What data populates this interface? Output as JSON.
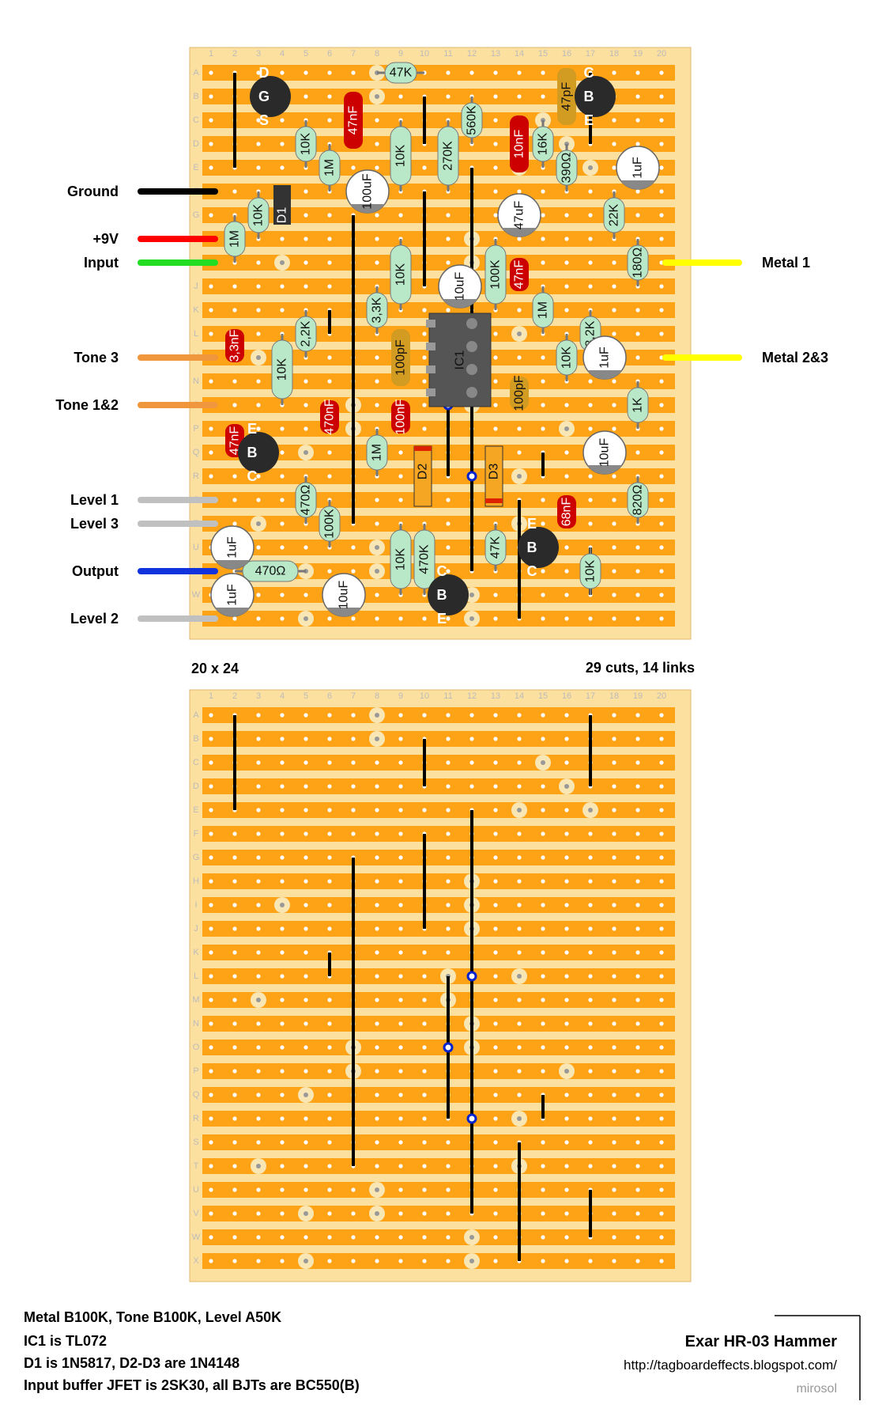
{
  "title": "Exar HR-03 Hammer",
  "url": "http://tagboardeffects.blogspot.com/",
  "signature": "mirosol",
  "board_size": "20 x 24",
  "cuts_links": "29 cuts, 14 links",
  "columns": [
    "1",
    "2",
    "3",
    "4",
    "5",
    "6",
    "7",
    "8",
    "9",
    "10",
    "11",
    "12",
    "13",
    "14",
    "15",
    "16",
    "17",
    "18",
    "19",
    "20"
  ],
  "rows": [
    "A",
    "B",
    "C",
    "D",
    "E",
    "F",
    "G",
    "H",
    "I",
    "J",
    "K",
    "L",
    "M",
    "N",
    "O",
    "P",
    "Q",
    "R",
    "S",
    "T",
    "U",
    "V",
    "W",
    "X"
  ],
  "left_wires": [
    {
      "label": "Ground",
      "color": "#000000"
    },
    {
      "label": "+9V",
      "color": "#ff0000"
    },
    {
      "label": "Input",
      "color": "#22dd22"
    },
    {
      "label": "Tone 3",
      "color": "#f0963c"
    },
    {
      "label": "Tone 1&2",
      "color": "#f0963c"
    },
    {
      "label": "Level 1",
      "color": "#c0c0c0"
    },
    {
      "label": "Level 3",
      "color": "#c0c0c0"
    },
    {
      "label": "Output",
      "color": "#1133dd"
    },
    {
      "label": "Level 2",
      "color": "#c0c0c0"
    }
  ],
  "right_wires": [
    {
      "label": "Metal 1",
      "color": "#ffff00"
    },
    {
      "label": "Metal 2&3",
      "color": "#ffff00"
    }
  ],
  "resistors": [
    "47K",
    "10K",
    "1M",
    "10K",
    "270K",
    "560K",
    "16K",
    "390Ω",
    "1M",
    "10K",
    "D1",
    "10K",
    "100K",
    "22K",
    "180Ω",
    "3,3K",
    "2,2K",
    "1M",
    "10K",
    "8,2K",
    "10K",
    "1K",
    "1M",
    "470Ω",
    "100K",
    "10K",
    "470K",
    "47K",
    "10K",
    "820Ω",
    "470Ω"
  ],
  "caps": [
    "47nF",
    "47pF",
    "10nF",
    "100uF",
    "47uF",
    "1uF",
    "10uF",
    "47nF",
    "3,3nF",
    "100pF",
    "100pF",
    "470nF",
    "100nF",
    "1uF",
    "47nF",
    "10uF",
    "68nF",
    "1uF",
    "10uF",
    "1uF"
  ],
  "ic_label": "IC1",
  "diode_labels": [
    "D2",
    "D3"
  ],
  "transistor_pins": [
    "D",
    "G",
    "S",
    "C",
    "B",
    "E",
    "E",
    "B",
    "C",
    "E",
    "B",
    "C",
    "C",
    "B",
    "E"
  ],
  "notes": [
    "Metal B100K, Tone B100K, Level A50K",
    "IC1 is TL072",
    "D1 is 1N5817, D2-D3 are 1N4148",
    "Input buffer JFET is 2SK30, all BJTs are BC550(B)"
  ],
  "colors": {
    "board": "#fce0a0",
    "strip": "#ffa316",
    "hole": "#ffffff",
    "resistor": "#b8e8c8",
    "cap_red": "#cc0000",
    "cap_ceramic": "#d29b22",
    "electrolytic": "#ffffff",
    "transistor": "#2a2a2a",
    "link": "#000000",
    "cut": "#f8e6b4",
    "ic": "#555555"
  }
}
